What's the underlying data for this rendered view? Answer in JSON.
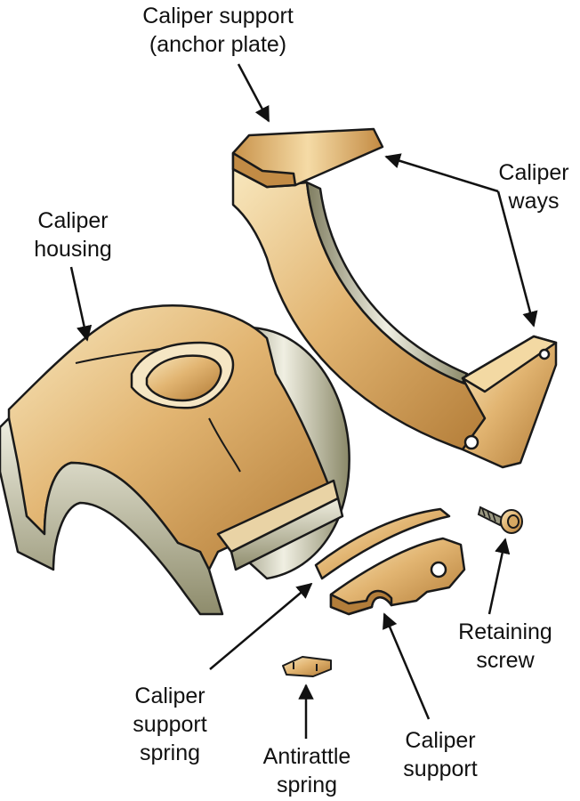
{
  "labels": {
    "caliper_support_anchor": [
      "Caliper support",
      "(anchor plate)"
    ],
    "caliper_ways": [
      "Caliper",
      "ways"
    ],
    "caliper_housing": [
      "Caliper",
      "housing"
    ],
    "retaining_screw": [
      "Retaining",
      "screw"
    ],
    "caliper_support_spring": [
      "Caliper",
      "support",
      "spring"
    ],
    "antirattle_spring": [
      "Antirattle",
      "spring"
    ],
    "caliper_support": [
      "Caliper",
      "support"
    ]
  },
  "colors": {
    "outline": "#1a1a1a",
    "bronze_light": "#f6e2b4",
    "bronze_mid": "#dcaa62",
    "bronze_dark": "#a8722e",
    "steel_light": "#ecebdc",
    "steel_dark": "#8f8d70"
  }
}
